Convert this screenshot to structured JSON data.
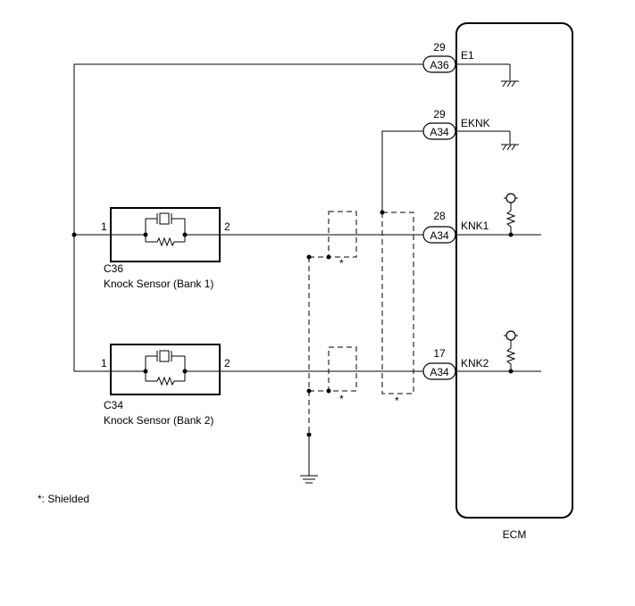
{
  "ecm": {
    "label": "ECM"
  },
  "pins": [
    {
      "pin": "29",
      "connector": "A36",
      "signal": "E1"
    },
    {
      "pin": "29",
      "connector": "A34",
      "signal": "EKNK"
    },
    {
      "pin": "28",
      "connector": "A34",
      "signal": "KNK1"
    },
    {
      "pin": "17",
      "connector": "A34",
      "signal": "KNK2"
    }
  ],
  "sensors": [
    {
      "connector": "C36",
      "name": "Knock Sensor (Bank 1)",
      "pin_left": "1",
      "pin_right": "2"
    },
    {
      "connector": "C34",
      "name": "Knock Sensor (Bank 2)",
      "pin_left": "1",
      "pin_right": "2"
    }
  ],
  "shield_marks": [
    "*",
    "*",
    "*"
  ],
  "legend": {
    "shielded": "*: Shielded"
  }
}
